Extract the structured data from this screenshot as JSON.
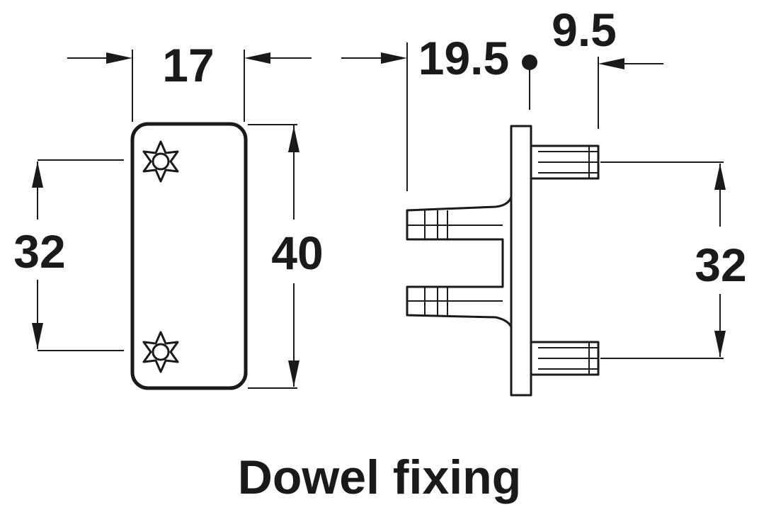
{
  "caption": "Dowel fixing",
  "dimensions": {
    "front_width": "17",
    "front_height": "40",
    "front_hole_spacing": "32",
    "side_depth": "19.5",
    "side_dowel_length": "9.5",
    "side_dowel_spacing": "32"
  },
  "colors": {
    "line": "#1a1a1a",
    "background": "#ffffff"
  }
}
